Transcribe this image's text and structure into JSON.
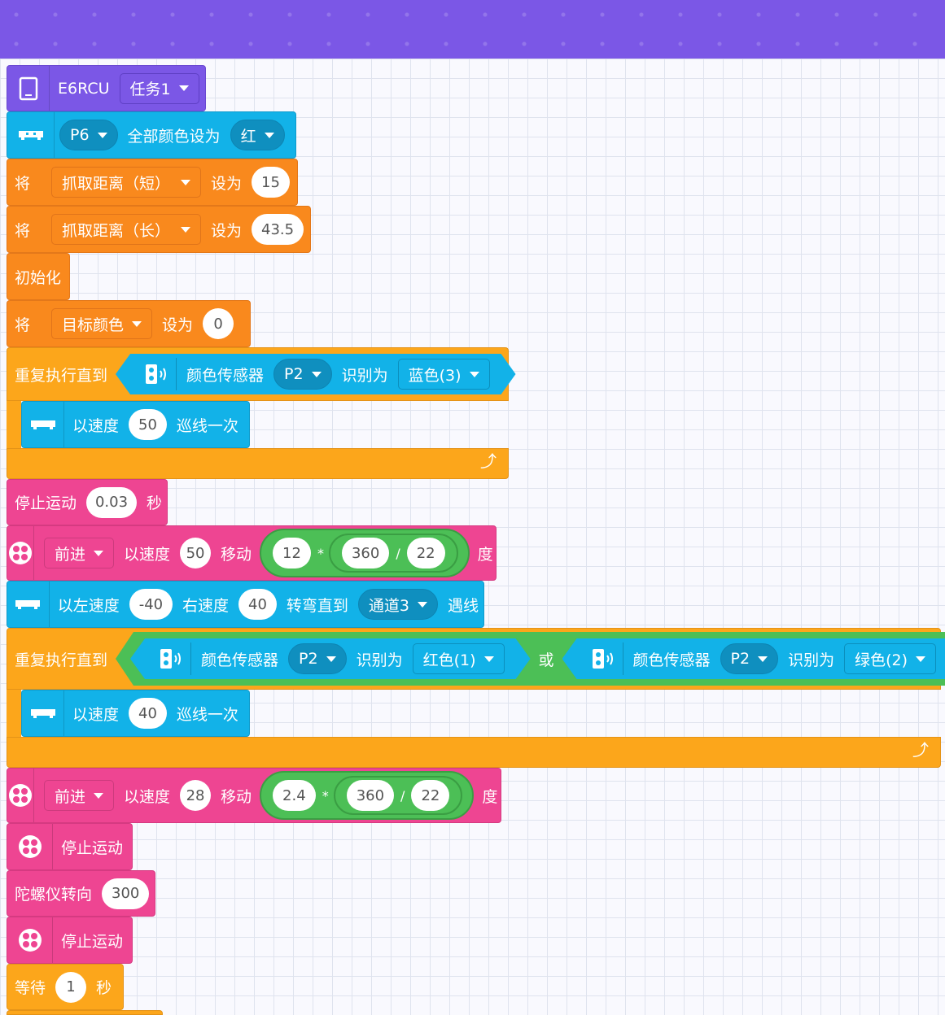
{
  "blocks": {
    "start": {
      "label": "E6RCU",
      "task": "任务1"
    },
    "led": {
      "port": "P6",
      "label": "全部颜色设为",
      "color": "红"
    },
    "set_short": {
      "prefix": "将",
      "var": "抓取距离（短）",
      "mid": "设为",
      "value": "15"
    },
    "set_long": {
      "prefix": "将",
      "var": "抓取距离（长）",
      "mid": "设为",
      "value": "43.5"
    },
    "init": {
      "label": "初始化"
    },
    "set_target": {
      "prefix": "将",
      "var": "目标颜色",
      "mid": "设为",
      "value": "0"
    },
    "loop1": {
      "label": "重复执行直到",
      "sensor_label": "颜色传感器",
      "port": "P2",
      "is_label": "识别为",
      "color": "蓝色(3)"
    },
    "line1": {
      "label": "以速度",
      "speed": "50",
      "suffix": "巡线一次"
    },
    "stop_time": {
      "label": "停止运动",
      "value": "0.03",
      "unit": "秒"
    },
    "move1": {
      "dir": "前进",
      "label": "以速度",
      "speed": "50",
      "move": "移动",
      "a": "12",
      "op1": "*",
      "b": "360",
      "op2": "/",
      "c": "22",
      "unit": "度"
    },
    "turn": {
      "label1": "以左速度",
      "left": "-40",
      "label2": "右速度",
      "right": "40",
      "label3": "转弯直到",
      "channel": "通道3",
      "label4": "遇线"
    },
    "loop2": {
      "label": "重复执行直到",
      "sensor_label": "颜色传感器",
      "port1": "P2",
      "is_label": "识别为",
      "color1": "红色(1)",
      "or": "或",
      "port2": "P2",
      "color2": "绿色(2)"
    },
    "line2": {
      "label": "以速度",
      "speed": "40",
      "suffix": "巡线一次"
    },
    "move2": {
      "dir": "前进",
      "label": "以速度",
      "speed": "28",
      "move": "移动",
      "a": "2.4",
      "op1": "*",
      "b": "360",
      "op2": "/",
      "c": "22",
      "unit": "度"
    },
    "stop1": {
      "label": "停止运动"
    },
    "gyro": {
      "label": "陀螺仪转向",
      "value": "300"
    },
    "stop2": {
      "label": "停止运动"
    },
    "wait": {
      "label": "等待",
      "value": "1",
      "unit": "秒"
    }
  },
  "icons": {
    "controller": "controller-icon",
    "linebot": "line-sensor-icon",
    "sensor": "color-sensor-icon",
    "motor": "motor-wheel-icon",
    "loop_arrow": "loop-arrow-icon"
  }
}
